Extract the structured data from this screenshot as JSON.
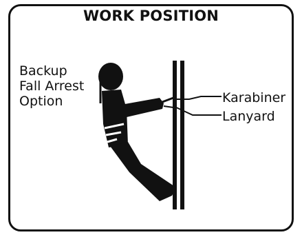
{
  "title": "WORK POSITION",
  "labels": {
    "backup_lines": [
      "Backup",
      "Fall Arrest",
      "Option"
    ],
    "karabiner": "Karabiner",
    "lanyard": "Lanyard"
  },
  "colors": {
    "ink": "#111111",
    "background": "#ffffff"
  }
}
